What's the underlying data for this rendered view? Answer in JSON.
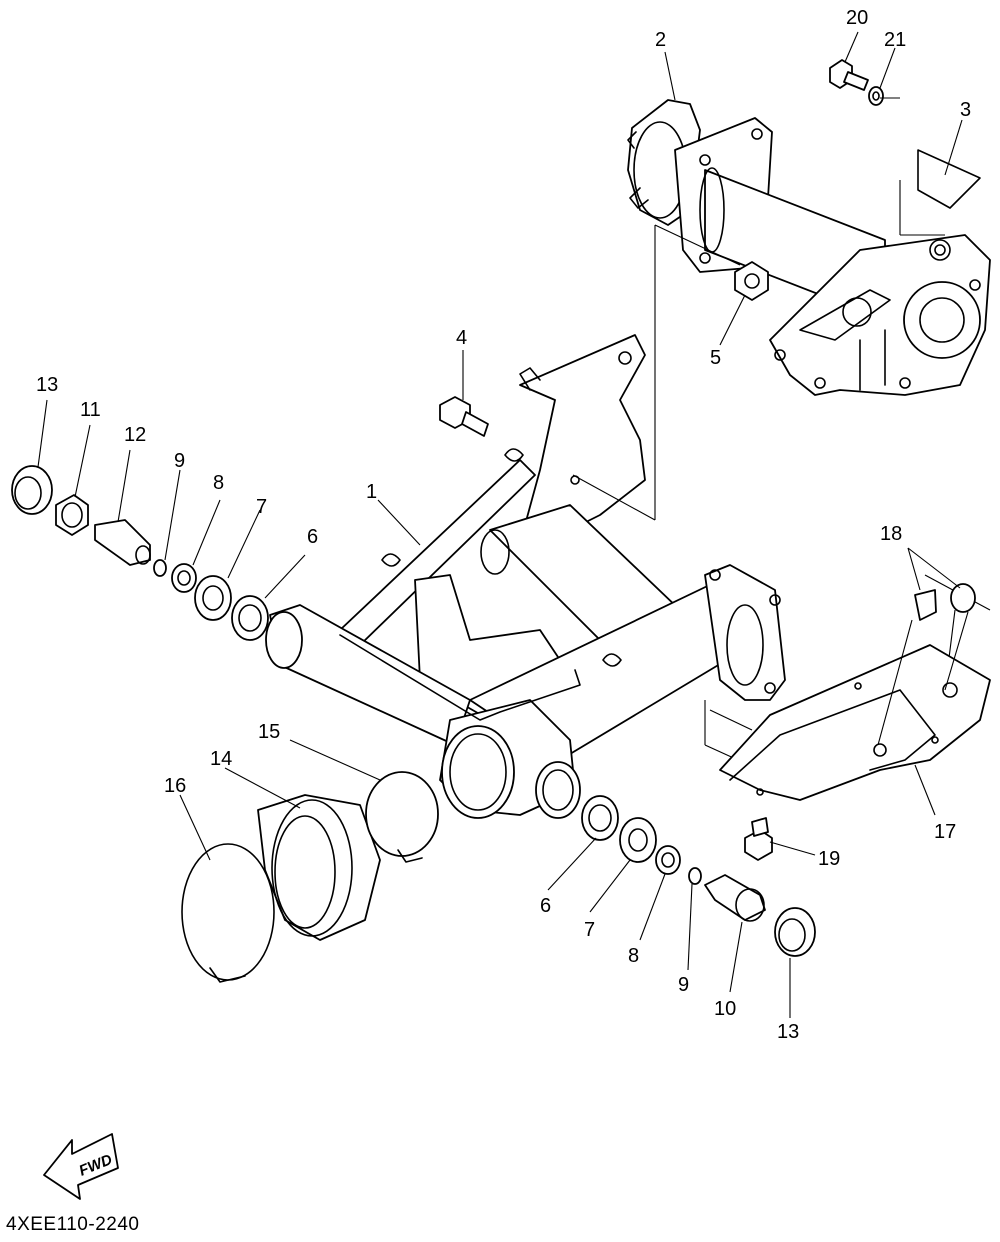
{
  "diagram": {
    "callouts": [
      {
        "id": "c1",
        "label": "1"
      },
      {
        "id": "c2",
        "label": "2"
      },
      {
        "id": "c3",
        "label": "3"
      },
      {
        "id": "c4",
        "label": "4"
      },
      {
        "id": "c5",
        "label": "5"
      },
      {
        "id": "c6a",
        "label": "6"
      },
      {
        "id": "c6b",
        "label": "6"
      },
      {
        "id": "c7a",
        "label": "7"
      },
      {
        "id": "c7b",
        "label": "7"
      },
      {
        "id": "c8a",
        "label": "8"
      },
      {
        "id": "c8b",
        "label": "8"
      },
      {
        "id": "c9a",
        "label": "9"
      },
      {
        "id": "c9b",
        "label": "9"
      },
      {
        "id": "c10",
        "label": "10"
      },
      {
        "id": "c11",
        "label": "11"
      },
      {
        "id": "c12",
        "label": "12"
      },
      {
        "id": "c13a",
        "label": "13"
      },
      {
        "id": "c13b",
        "label": "13"
      },
      {
        "id": "c14",
        "label": "14"
      },
      {
        "id": "c15",
        "label": "15"
      },
      {
        "id": "c16",
        "label": "16"
      },
      {
        "id": "c17",
        "label": "17"
      },
      {
        "id": "c18",
        "label": "18"
      },
      {
        "id": "c19",
        "label": "19"
      },
      {
        "id": "c20",
        "label": "20"
      },
      {
        "id": "c21",
        "label": "21"
      }
    ],
    "direction_label": "FWD",
    "diagram_code": "4XEE110-2240"
  }
}
